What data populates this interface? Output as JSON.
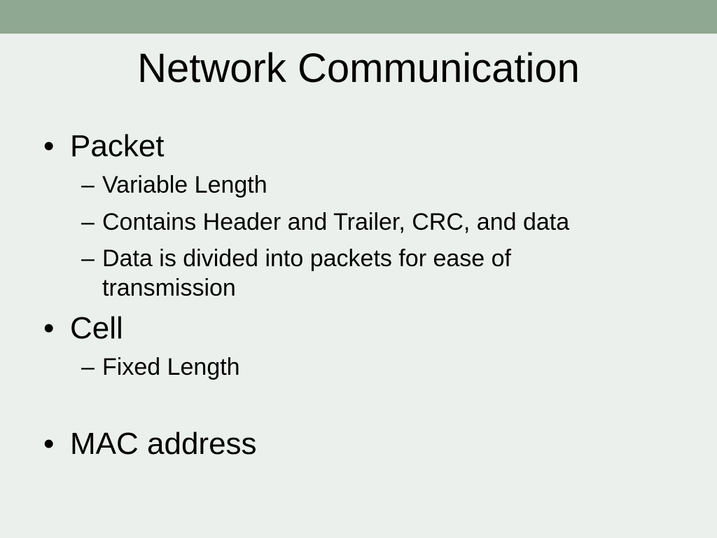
{
  "slide": {
    "title": "Network Communication",
    "band_color": "#8fa892",
    "background_color": "#ebf0ec"
  },
  "bullets": [
    {
      "marker": "•",
      "text": "Packet",
      "sub": [
        {
          "marker": "–",
          "text": "Variable Length"
        },
        {
          "marker": "–",
          "text": "Contains Header and Trailer, CRC, and data"
        },
        {
          "marker": "–",
          "line1": "Data is divided into packets for ease of",
          "line2": "transmission"
        }
      ]
    },
    {
      "marker": "•",
      "text": "Cell",
      "sub": [
        {
          "marker": "–",
          "text": "Fixed Length"
        }
      ]
    },
    {
      "marker": "•",
      "text": "MAC address"
    }
  ]
}
